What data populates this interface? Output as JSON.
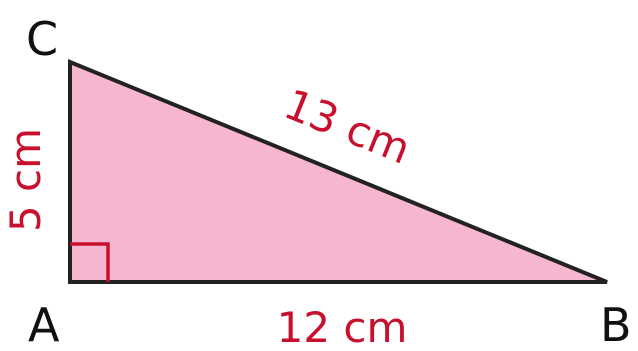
{
  "vertices": {
    "a": "A",
    "b": "B",
    "c": "C"
  },
  "sides": {
    "ca": "5 cm",
    "ab": "12 cm",
    "cb": "13 cm"
  },
  "colors": {
    "fill": "#f7b6cf",
    "outline": "#222222",
    "label": "#c8102e",
    "vertex_text": "#111111",
    "right_angle_mark": "#c8102e"
  }
}
